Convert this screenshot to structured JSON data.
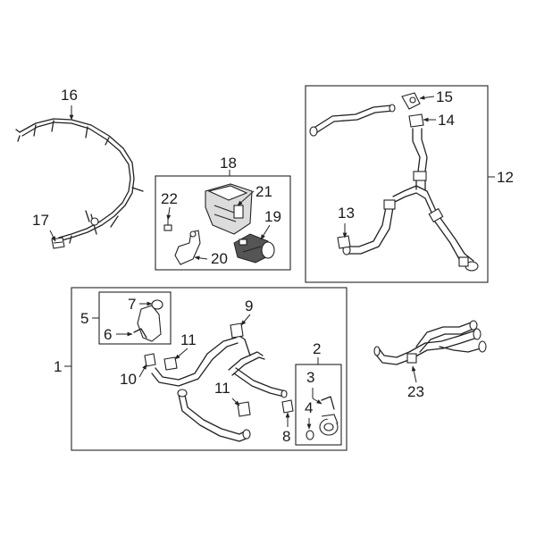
{
  "callouts": {
    "c1": "1",
    "c2": "2",
    "c3": "3",
    "c4": "4",
    "c5": "5",
    "c6": "6",
    "c7": "7",
    "c8": "8",
    "c9": "9",
    "c10": "10",
    "c11a": "11",
    "c11b": "11",
    "c12": "12",
    "c13": "13",
    "c14": "14",
    "c15": "15",
    "c16": "16",
    "c17": "17",
    "c18": "18",
    "c19": "19",
    "c20": "20",
    "c21": "21",
    "c22": "22",
    "c23": "23"
  },
  "colors": {
    "line": "#222222",
    "background": "#ffffff",
    "shade": "#dcdcdc"
  }
}
